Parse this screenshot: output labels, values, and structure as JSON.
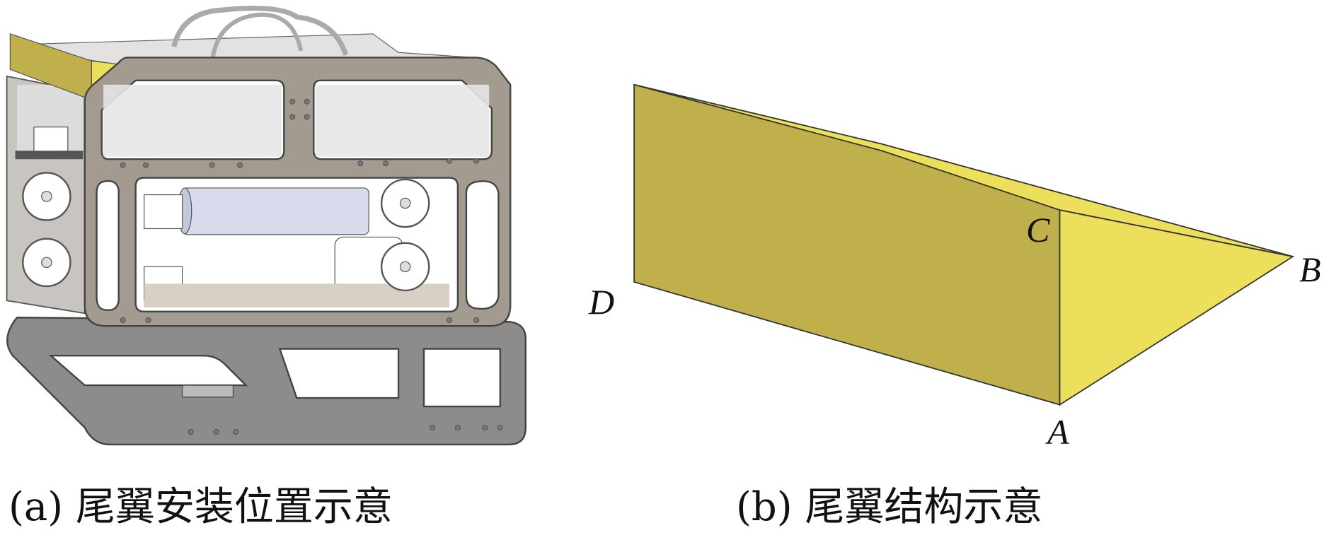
{
  "panel_a": {
    "caption": "(a) 尾翼安装位置示意",
    "fin_color": "#e8dc5a",
    "frame_color": "#9e948a",
    "skid_color": "#8e8c8a"
  },
  "panel_b": {
    "caption": "(b) 尾翼结构示意",
    "vertex_labels": {
      "A": "A",
      "B": "B",
      "C": "C",
      "D": "D"
    },
    "dark_face_color": "#c0b04c",
    "light_face_color": "#ecdf5c"
  }
}
